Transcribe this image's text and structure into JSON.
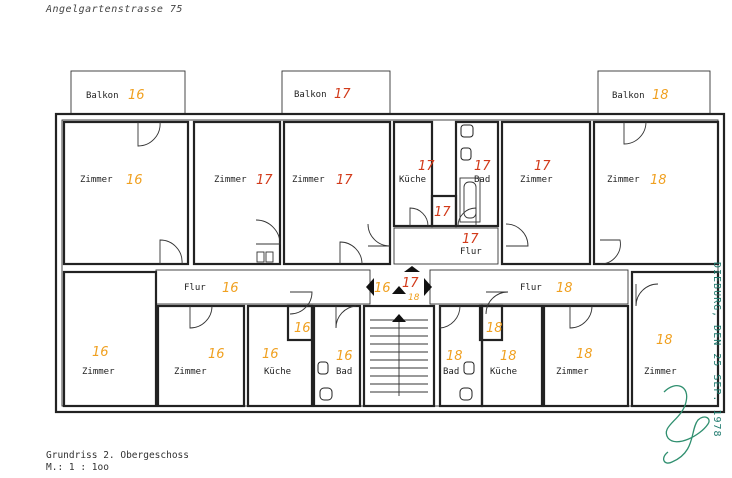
{
  "header": {
    "address": "Angelgartenstrasse 75"
  },
  "footer": {
    "title": "Grundriss 2. Obergeschoss",
    "scale": "M.: 1 : 1oo"
  },
  "stamp": {
    "text": "DIEBURG, DEN 25 SEP. 1978"
  },
  "rooms": {
    "balkon_16": {
      "label": "Balkon",
      "num": "16"
    },
    "balkon_17": {
      "label": "Balkon",
      "num": "17"
    },
    "balkon_18": {
      "label": "Balkon",
      "num": "18"
    },
    "zimmer_16a": {
      "label": "Zimmer",
      "num": "16"
    },
    "zimmer_17a": {
      "label": "Zimmer",
      "num": "17"
    },
    "zimmer_17b": {
      "label": "Zimmer",
      "num": "17"
    },
    "kueche_17": {
      "label": "Küche",
      "num": "17"
    },
    "bad_17": {
      "label": "Bad",
      "num": "17"
    },
    "zimmer_17c": {
      "label": "Zimmer",
      "num": "17"
    },
    "zimmer_18a": {
      "label": "Zimmer",
      "num": "18"
    },
    "flur_17": {
      "label": "Flur",
      "num": "17"
    },
    "flur_16": {
      "label": "Flur",
      "num": "16"
    },
    "flur_18": {
      "label": "Flur",
      "num": "18"
    },
    "zimmer_16b": {
      "label": "Zimmer",
      "num": "16"
    },
    "zimmer_16c": {
      "label": "Zimmer",
      "num": "16"
    },
    "kueche_16": {
      "label": "Küche",
      "num": "16"
    },
    "bad_16": {
      "label": "Bad",
      "num": "16"
    },
    "bad_18": {
      "label": "Bad",
      "num": "18"
    },
    "kueche_18": {
      "label": "Küche",
      "num": "18"
    },
    "zimmer_18b": {
      "label": "Zimmer",
      "num": "18"
    },
    "zimmer_18c": {
      "label": "Zimmer",
      "num": "18"
    }
  },
  "marks": {
    "wc_17": "17",
    "hall_16": "16",
    "hall_17": "17",
    "hall_18": "18",
    "store_16": "16",
    "store_18": "18"
  }
}
